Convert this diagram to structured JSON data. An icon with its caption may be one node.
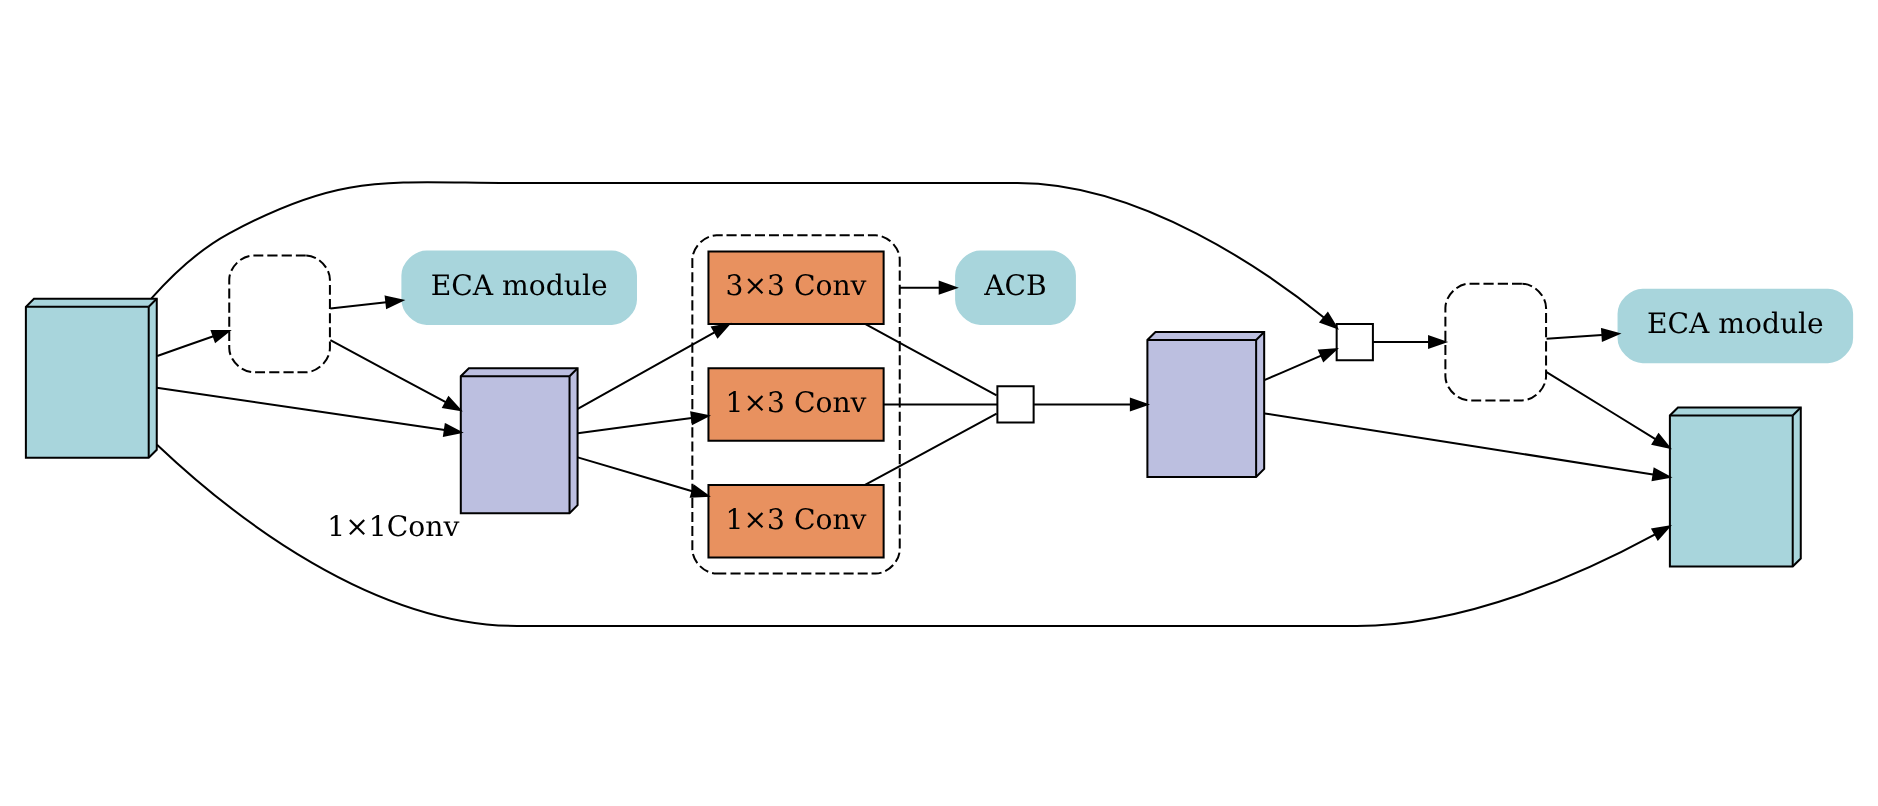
{
  "diagram": {
    "nodes": [
      {
        "text": [],
        "shape": "picture"
      },
      {
        "text": [],
        "shape": "box"
      },
      {
        "text": [],
        "shape": "picture",
        "beside": [
          "1×1Conv"
        ]
      },
      {
        "text": [],
        "shape": "box"
      },
      {
        "text": [
          "3×3 Conv"
        ],
        "in": 3
      },
      {
        "text": [
          "1×3 Conv"
        ],
        "in": 3
      },
      {
        "text": [
          "1×3 Conv"
        ],
        "in": 3
      },
      {
        "text": [],
        "shape": "box"
      },
      {
        "text": [],
        "shape": "picture"
      },
      {
        "text": [],
        "shape": "box"
      },
      {
        "text": [],
        "shape": "box"
      },
      {
        "text": [],
        "shape": "picture"
      },
      {
        "text": [
          "ECA module"
        ]
      },
      {
        "text": [
          "ACB"
        ]
      },
      {
        "text": [
          "ECA module"
        ]
      }
    ],
    "edges": [
      {
        "from": 0,
        "to": 1,
        "arrow": "to"
      },
      {
        "from": 0,
        "to": 2,
        "arrow": "to"
      },
      {
        "from": 1,
        "to": 2,
        "arrow": "to"
      },
      {
        "from": 1,
        "to": 12,
        "arrow": "to"
      },
      {
        "from": 2,
        "to": 4,
        "arrow": "to"
      },
      {
        "from": 2,
        "to": 5,
        "arrow": "to"
      },
      {
        "from": 2,
        "to": 6,
        "arrow": "to"
      },
      {
        "from": 4,
        "to": 7,
        "arrow": "none"
      },
      {
        "from": 5,
        "to": 7,
        "arrow": "none"
      },
      {
        "from": 6,
        "to": 7,
        "arrow": "none"
      },
      {
        "from": 3,
        "to": 13,
        "arrow": "to"
      },
      {
        "from": 7,
        "to": 8,
        "arrow": "to"
      },
      {
        "from": 8,
        "to": 9,
        "arrow": "to"
      },
      {
        "from": 0,
        "to": 9,
        "arrow": "to"
      },
      {
        "from": 9,
        "to": 10,
        "arrow": "to"
      },
      {
        "from": 10,
        "to": 14,
        "arrow": "to"
      },
      {
        "from": 10,
        "to": 11,
        "arrow": "to"
      },
      {
        "from": 8,
        "to": 11,
        "arrow": "to"
      },
      {
        "from": 0,
        "to": 11,
        "arrow": "to"
      }
    ]
  }
}
